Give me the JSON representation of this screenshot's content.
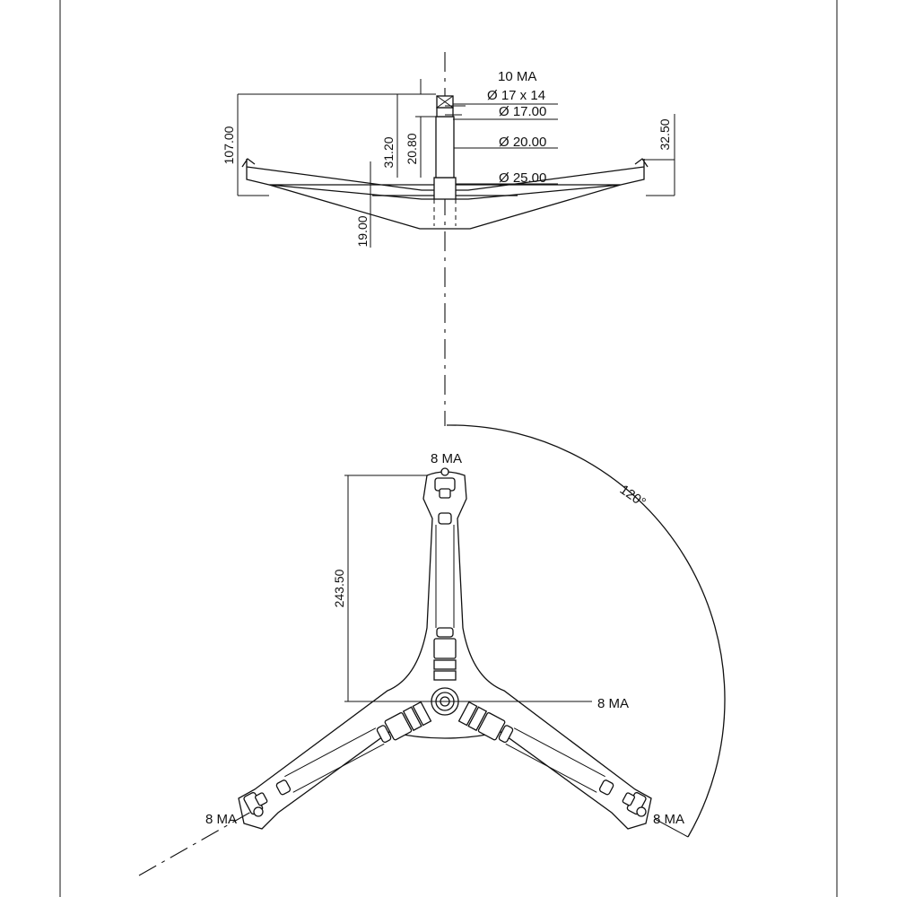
{
  "top_view": {
    "thread_label": "10 MA",
    "square_label": "Ø 17 x 14",
    "shaft_d1_label": "Ø 17.00",
    "shaft_d2_label": "Ø 20.00",
    "shaft_d3_label": "Ø 25.00",
    "total_height": "107.00",
    "shaft_height": "31.20",
    "shaft_mid_height": "20.80",
    "rim_height": "32.50",
    "hub_depth": "19.00"
  },
  "bottom_view": {
    "top_bolt_label": "8 MA",
    "center_bolt_label": "8 MA",
    "left_bolt_label": "8 MA",
    "right_bolt_label": "8 MA",
    "arm_length": "243.50",
    "angle": "120°"
  }
}
